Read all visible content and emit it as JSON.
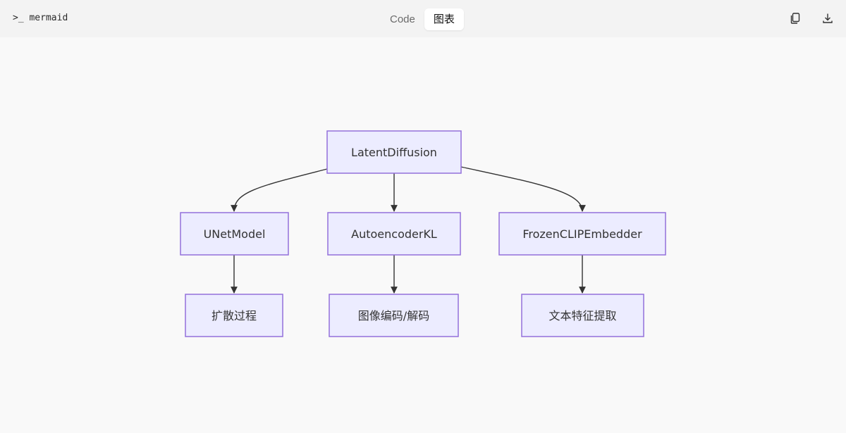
{
  "header": {
    "title": "mermaid",
    "prompt_symbol": ">_",
    "tabs": [
      {
        "label": "Code",
        "active": false
      },
      {
        "label": "图表",
        "active": true
      }
    ],
    "actions": [
      {
        "name": "copy",
        "icon": "copy-icon"
      },
      {
        "name": "download",
        "icon": "download-icon"
      }
    ]
  },
  "diagram": {
    "type": "flowchart-TD",
    "colors": {
      "node_fill": "#ececff",
      "node_stroke": "#9370db",
      "edge": "#333333"
    },
    "nodes": [
      {
        "id": "latent",
        "label": "LatentDiffusion"
      },
      {
        "id": "unet",
        "label": "UNetModel"
      },
      {
        "id": "ae",
        "label": "AutoencoderKL"
      },
      {
        "id": "clip",
        "label": "FrozenCLIPEmbedder"
      },
      {
        "id": "diffuse",
        "label": "扩散过程"
      },
      {
        "id": "encdec",
        "label": "图像编码/解码"
      },
      {
        "id": "textfeat",
        "label": "文本特征提取"
      }
    ],
    "edges": [
      {
        "from": "latent",
        "to": "unet"
      },
      {
        "from": "latent",
        "to": "ae"
      },
      {
        "from": "latent",
        "to": "clip"
      },
      {
        "from": "unet",
        "to": "diffuse"
      },
      {
        "from": "ae",
        "to": "encdec"
      },
      {
        "from": "clip",
        "to": "textfeat"
      }
    ]
  }
}
